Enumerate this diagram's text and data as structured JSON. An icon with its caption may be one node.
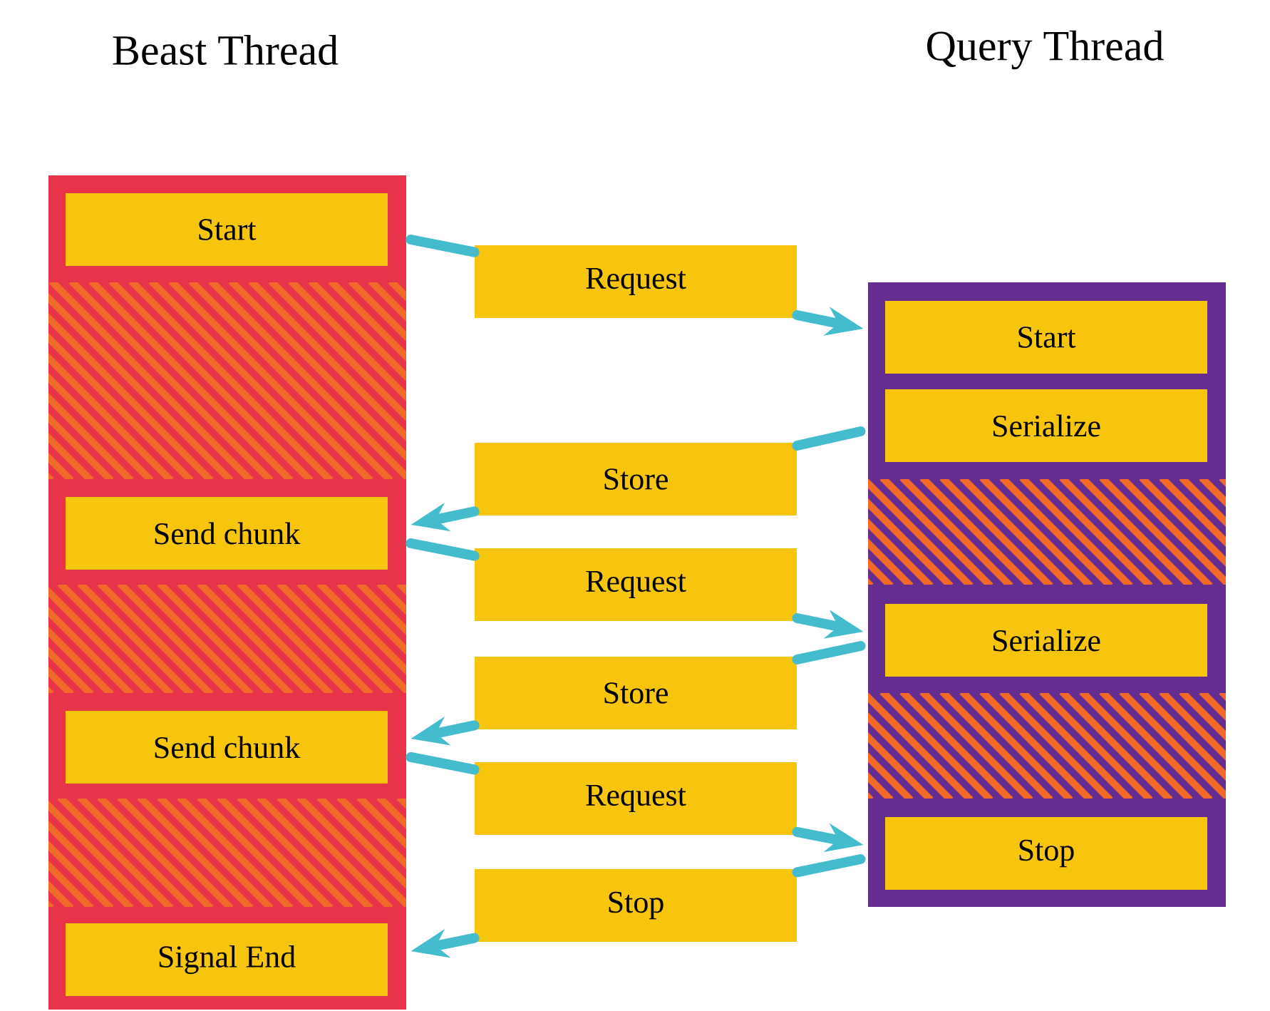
{
  "diagram": {
    "nodes": [
      {
        "text": [],
        "shape": "box"
      },
      {
        "text": [
          "Start"
        ],
        "in": 0
      },
      {
        "text": [
          "Send chunk"
        ],
        "in": 0
      },
      {
        "text": [
          "Send chunk"
        ],
        "in": 0
      },
      {
        "text": [
          "Signal End"
        ],
        "in": 0
      },
      {
        "text": [],
        "shape": "box"
      },
      {
        "text": [
          "Start"
        ],
        "in": 5
      },
      {
        "text": [
          "Serialize"
        ],
        "in": 5
      },
      {
        "text": [
          "Serialize"
        ],
        "in": 5
      },
      {
        "text": [
          "Stop"
        ],
        "in": 5
      },
      {
        "text": [
          "Request"
        ]
      },
      {
        "text": [
          "Store"
        ]
      },
      {
        "text": [
          "Request"
        ]
      },
      {
        "text": [
          "Store"
        ]
      },
      {
        "text": [
          "Request"
        ]
      },
      {
        "text": [
          "Stop"
        ]
      }
    ],
    "edges": [
      {
        "from": 1,
        "to": 10,
        "arrow": "none"
      },
      {
        "from": 10,
        "to": 6,
        "arrow": "to"
      },
      {
        "from": 7,
        "to": 11,
        "arrow": "none"
      },
      {
        "from": 11,
        "to": 2,
        "arrow": "to"
      },
      {
        "from": 2,
        "to": 12,
        "arrow": "none"
      },
      {
        "from": 12,
        "to": 8,
        "arrow": "to"
      },
      {
        "from": 8,
        "to": 13,
        "arrow": "none"
      },
      {
        "from": 13,
        "to": 3,
        "arrow": "to"
      },
      {
        "from": 3,
        "to": 14,
        "arrow": "none"
      },
      {
        "from": 14,
        "to": 9,
        "arrow": "to"
      },
      {
        "from": 9,
        "to": 15,
        "arrow": "none"
      },
      {
        "from": 15,
        "to": 4,
        "arrow": "to"
      }
    ],
    "labels": [
      "Beast Thread",
      "Query Thread"
    ]
  }
}
